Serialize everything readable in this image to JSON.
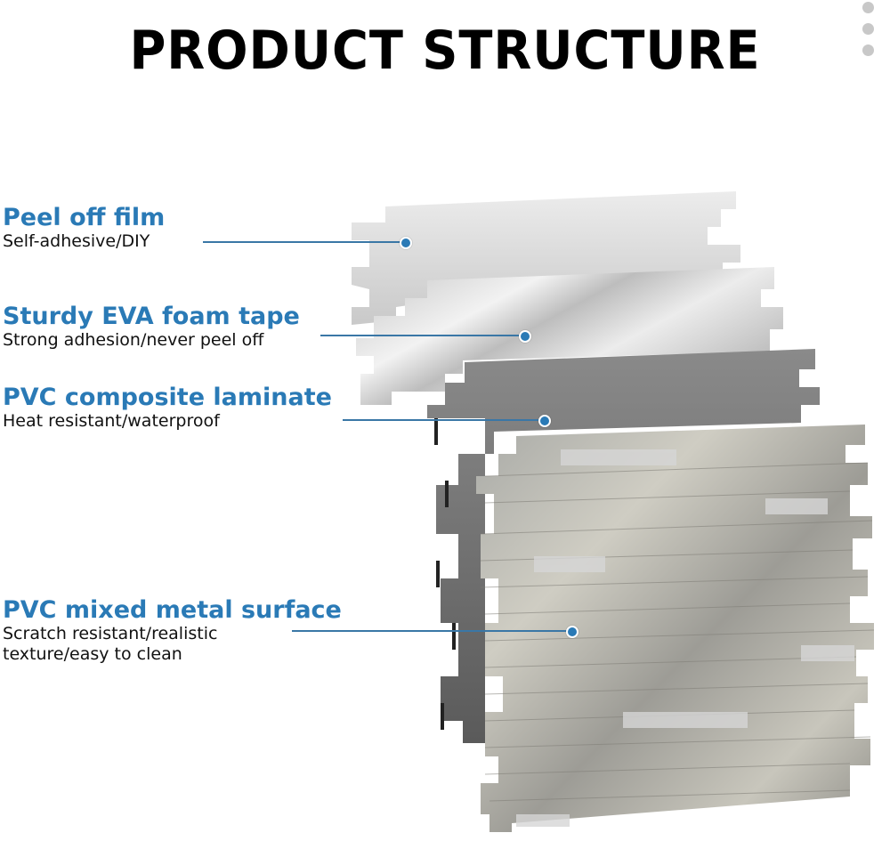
{
  "title": "PRODUCT STRUCTURE",
  "menu_icon": "kebab-menu-icon",
  "accent_color": "#2a7ab6",
  "layers": [
    {
      "name": "Peel off film",
      "description": "Self-adhesive/DIY"
    },
    {
      "name": "Sturdy EVA foam tape",
      "description": "Strong adhesion/never peel off"
    },
    {
      "name": "PVC composite laminate",
      "description": "Heat resistant/waterproof"
    },
    {
      "name": "PVC mixed metal surface",
      "description": "Scratch resistant/realistic texture/easy to clean"
    }
  ]
}
